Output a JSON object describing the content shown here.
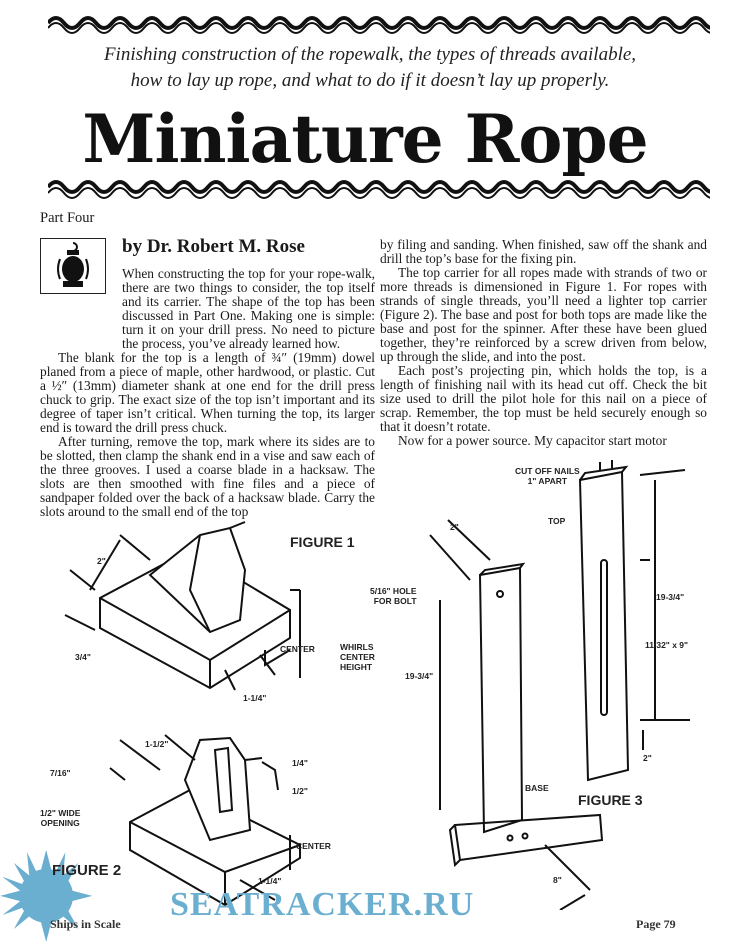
{
  "header": {
    "subtitle_line1": "Finishing construction of the ropewalk, the types of threads available,",
    "subtitle_line2": "how to lay up rope, and what to do if it doesn’t lay up properly.",
    "title": "Miniature Rope",
    "part": "Part Four",
    "author": "by Dr. Robert M. Rose",
    "author_icon": "lantern-icon"
  },
  "body": {
    "left_col": [
      "When constructing the top for your rope-walk, there are two things to consider, the top itself and its carrier. The shape of the top has been discussed in Part One. Making one is simple: turn it on your drill press. No need to picture the process, you’ve already learned how.",
      "The blank for the top is a length of ¾″ (19mm) dowel planed from a piece of maple, other hardwood, or plastic. Cut a ½″ (13mm) diameter shank at one end for the drill press chuck to grip. The exact size of the top isn’t important and its degree of taper isn’t critical. When turning the top, its larger end is toward the drill press chuck.",
      "After turning, remove the top, mark where its sides are to be slotted, then clamp the shank end in a vise and saw each of the three grooves. I used a coarse blade in a hacksaw. The slots are then smoothed with fine files and a piece of sandpaper folded over the back of a hacksaw blade. Carry the slots around to the small end of the top"
    ],
    "right_col": [
      "by filing and sanding. When finished, saw off the shank and drill the top’s base for the fixing pin.",
      "The top carrier for all ropes made with strands of two or more threads is dimensioned in Figure 1. For ropes with strands of single threads, you’ll need a lighter top carrier (Figure 2). The base and post for both tops are made like the base and post for the spinner. After these have been glued together, they’re reinforced by a screw driven from below, up through the slide, and into the post.",
      "Each post’s projecting pin, which holds the top, is a length of finishing nail with its head cut off. Check the bit size used to drill the pilot hole for this nail on a piece of scrap. Remember, the top must be held securely enough so that it doesn’t rotate.",
      "Now for a power source. My capacitor start motor"
    ]
  },
  "figure1": {
    "title": "FIGURE 1",
    "dim_2": "2\"",
    "dim_3_4": "3/4\"",
    "center": "CENTER",
    "whirls": "WHIRLS\nCENTER\nHEIGHT",
    "dim_1_1_4": "1-1/4\""
  },
  "figure2": {
    "title": "FIGURE 2",
    "dim_1_1_2": "1-1/2\"",
    "dim_7_16": "7/16\"",
    "dim_1_4": "1/4\"",
    "dim_1_2": "1/2\"",
    "opening": "1/2\" WIDE\nOPENING",
    "center": "CENTER",
    "dim_1_1_4": "1-1/4\""
  },
  "figure3": {
    "title": "FIGURE 3",
    "nails": "CUT OFF NAILS\n1\" APART",
    "dim_2_top": "2\"",
    "top": "TOP",
    "hole": "5/16\" HOLE\nFOR BOLT",
    "dim_19_3_4_right": "19-3/4\"",
    "slot": "11/32\" x 9\"",
    "dim_19_3_4_left": "19-3/4\"",
    "dim_2_bottom": "2\"",
    "base": "BASE",
    "dim_8": "8\""
  },
  "footer": {
    "left": "Ships in Scale",
    "right": "Page 79"
  },
  "watermark": {
    "text": "SEATRACKER.RU",
    "color": "#6aaed0"
  }
}
